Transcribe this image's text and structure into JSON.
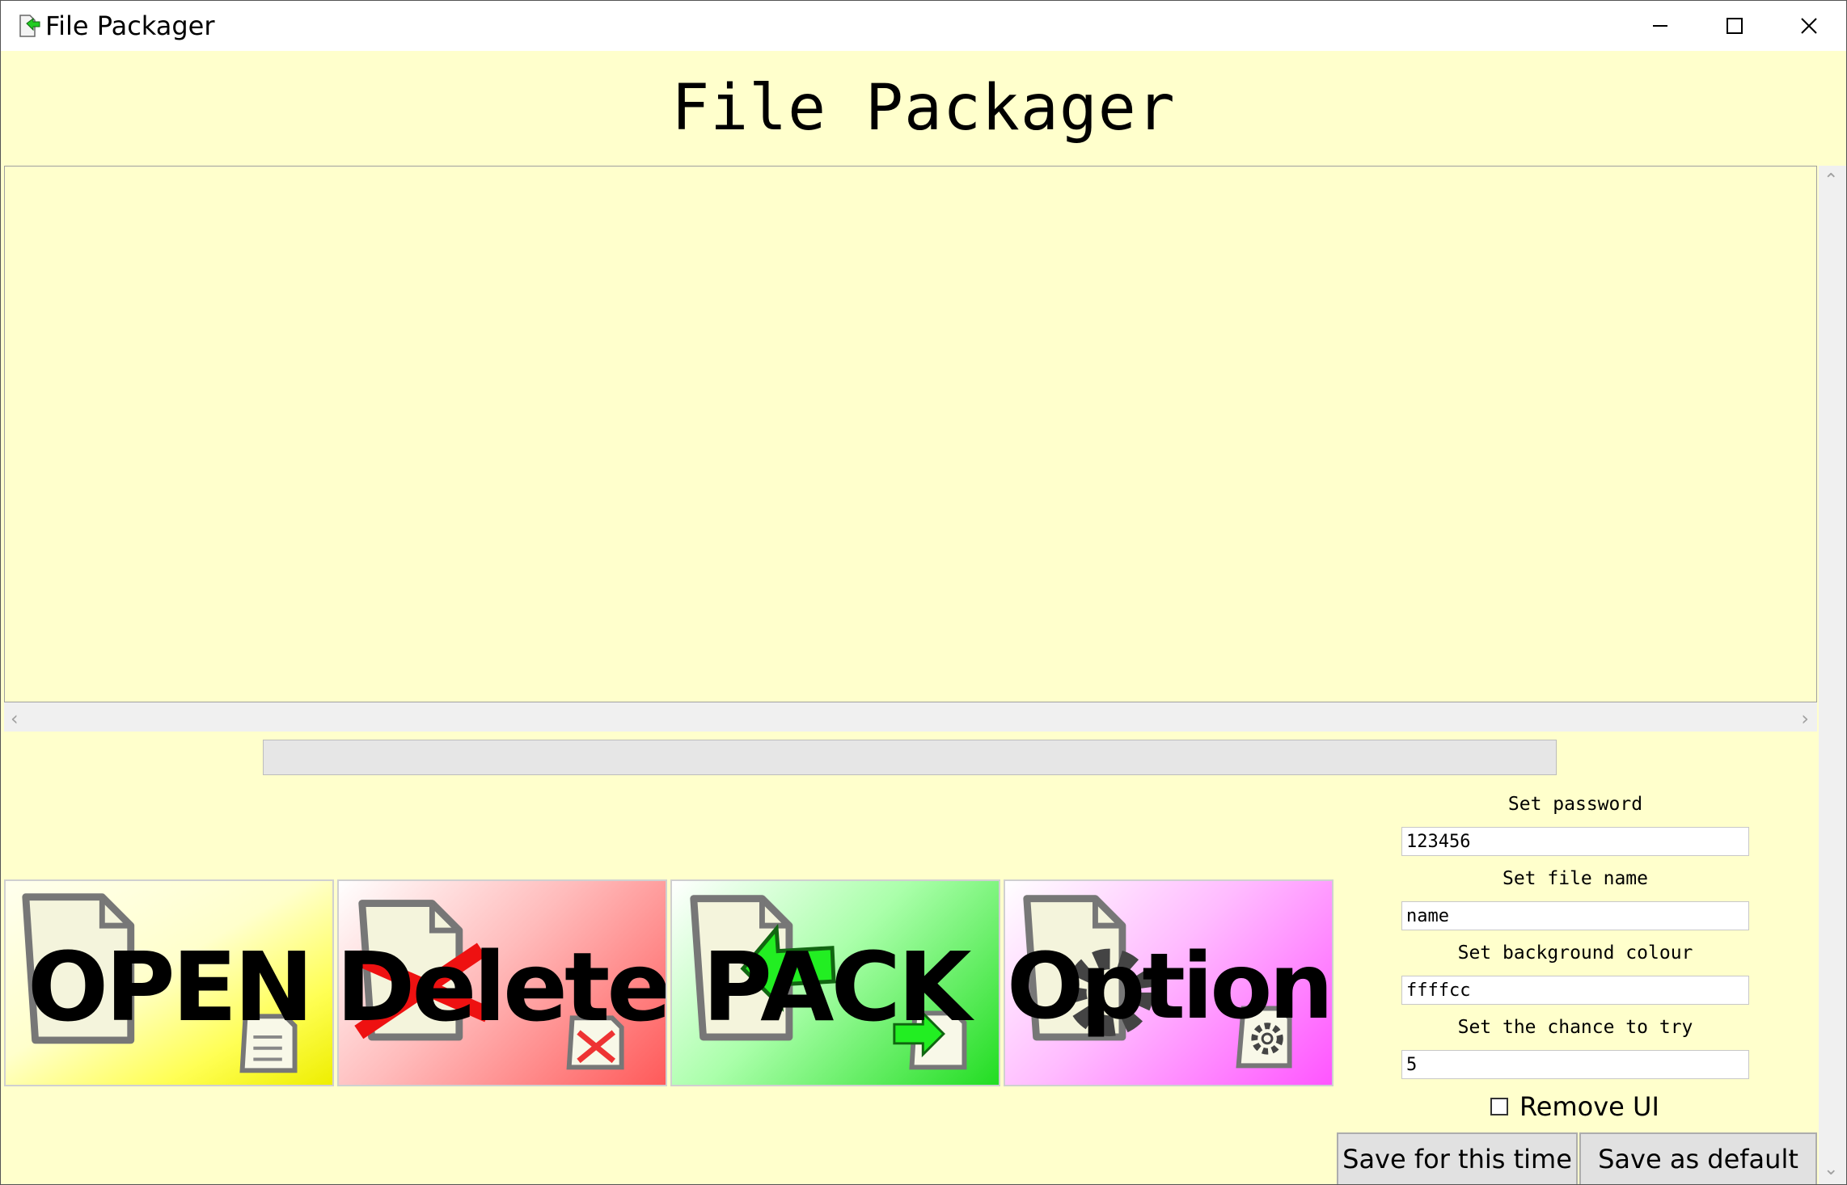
{
  "window": {
    "title": "File Packager",
    "icon": "package-arrow-icon"
  },
  "header": {
    "title": "File Packager"
  },
  "progress": {
    "value_percent": 0
  },
  "actions": {
    "open_label": "OPEN",
    "delete_label": "Delete",
    "pack_label": "PACK",
    "option_label": "Option"
  },
  "settings": {
    "password_label": "Set password",
    "password_value": "123456",
    "filename_label": "Set file name",
    "filename_value": "name",
    "bgcolour_label": "Set background colour",
    "bgcolour_value": "ffffcc",
    "chance_label": "Set the chance to try",
    "chance_value": "5",
    "remove_ui_label": "Remove UI",
    "remove_ui_checked": false
  },
  "buttons": {
    "save_time_label": "Save for this time",
    "save_default_label": "Save as default"
  },
  "colors": {
    "background": "#ffffcc",
    "open": "#ffff00",
    "delete": "#ff5a5a",
    "pack": "#22dd22",
    "option": "#ff55ff"
  }
}
